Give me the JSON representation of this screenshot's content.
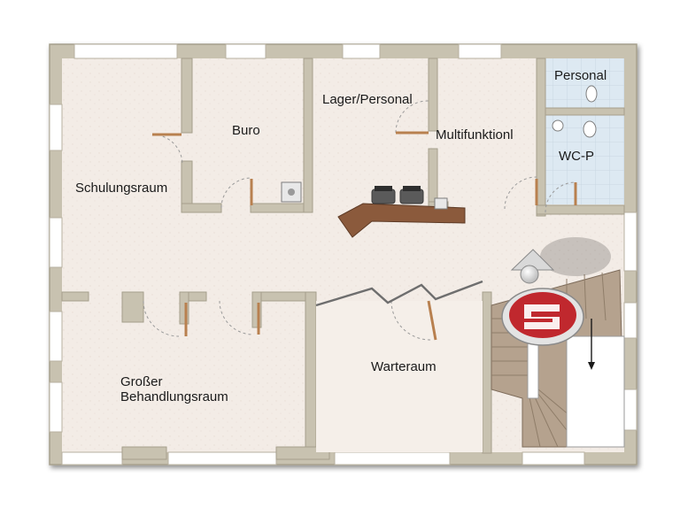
{
  "rooms": {
    "schulungsraum": "Schulungsraum",
    "buro": "Buro",
    "lager": "Lager/Personal",
    "multi": "Multifunktionl",
    "personal": "Personal",
    "wcp": "WC-P",
    "grosser_line1": "Großer",
    "grosser_line2": "Behandlungsraum",
    "warteraum": "Warteraum"
  },
  "colors": {
    "wall": "#c8c2b0",
    "wall_edge": "#a69f8c",
    "floor": "#f3ece6",
    "tile": "#dde9f2",
    "stairs": "#b5a28e",
    "counter": "#8b5a3c",
    "logo_red": "#c0282e",
    "door": "#b8804f"
  },
  "icons": {
    "logo": "sparkasse-logo-icon",
    "toilet": "toilet-icon",
    "sink": "sink-icon"
  }
}
